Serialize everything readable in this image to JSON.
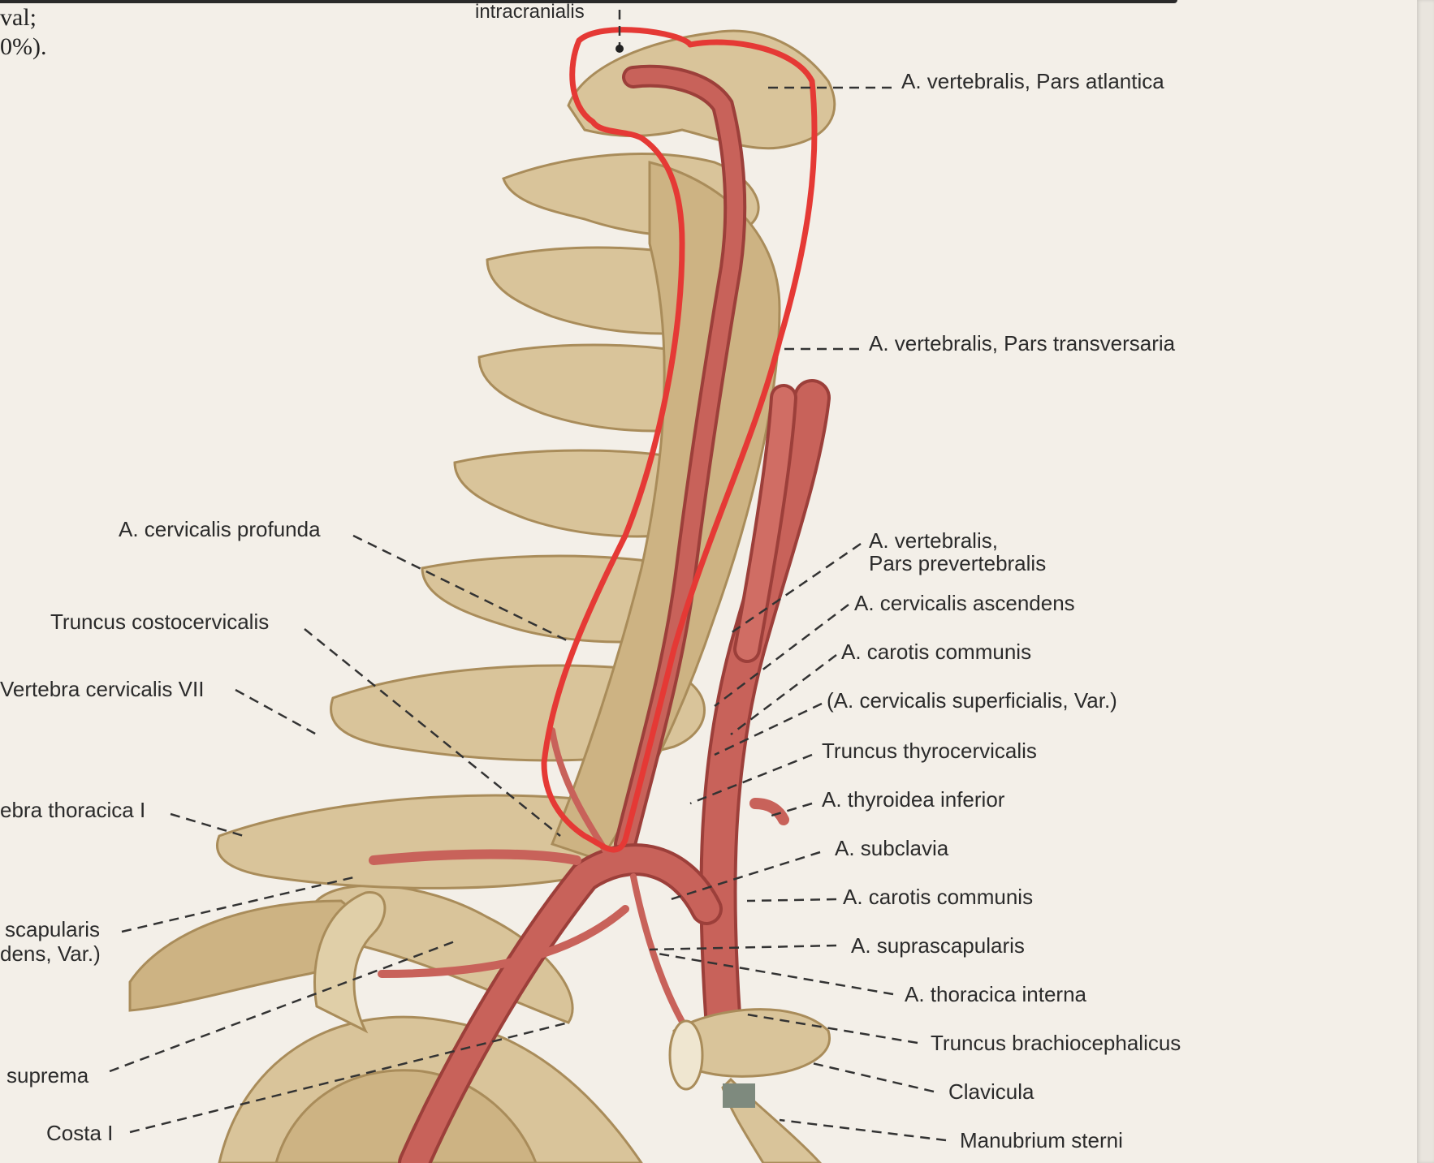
{
  "page_text": {
    "line1": "val;",
    "line2": "0%)."
  },
  "labels": {
    "intracranialis": "intracranialis",
    "pars_atlantica": "A. vertebralis, Pars atlantica",
    "pars_transversaria": "A. vertebralis, Pars transversaria",
    "pars_prevertebralis_1": "A. vertebralis,",
    "pars_prevertebralis_2": "Pars prevertebralis",
    "cervicalis_ascendens": "A. cervicalis ascendens",
    "carotis_communis_1": "A. carotis communis",
    "cervicalis_superficialis": "(A. cervicalis superficialis, Var.)",
    "truncus_thyrocervicalis": "Truncus thyrocervicalis",
    "thyroidea_inferior": "A. thyroidea inferior",
    "subclavia": "A. subclavia",
    "carotis_communis_2": "A. carotis communis",
    "suprascapularis": "A. suprascapularis",
    "thoracica_interna": "A. thoracica interna",
    "truncus_brachiocephalicus": "Truncus brachiocephalicus",
    "clavicula": "Clavicula",
    "manubrium_sterni": "Manubrium sterni",
    "cervicalis_profunda": "A. cervicalis profunda",
    "truncus_costocervicalis": "Truncus costocervicalis",
    "vertebra_cervicalis_vii": "Vertebra cervicalis VII",
    "vertebra_thoracica_i": "ebra thoracica I",
    "scapularis_1": "scapularis",
    "scapularis_2": "dens, Var.)",
    "suprema": "suprema",
    "costa_i": "Costa I"
  },
  "colors": {
    "bone": "#d9c49a",
    "bone_shadow": "#b89c6a",
    "artery": "#c8625a",
    "artery_dark": "#9c3f3a",
    "highlight": "#e53935",
    "leader": "#333333",
    "paper": "#f3efe8"
  }
}
